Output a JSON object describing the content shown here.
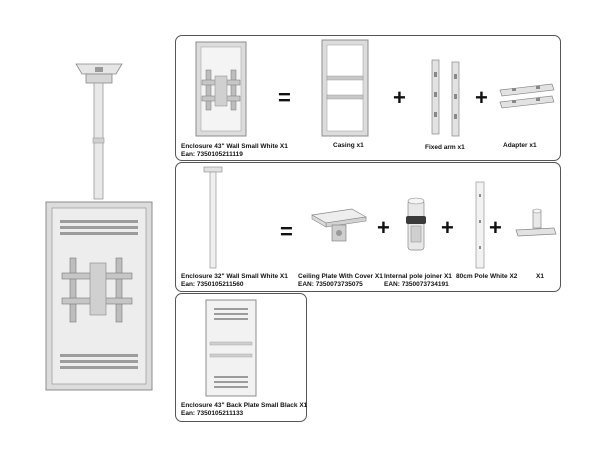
{
  "colors": {
    "frame": "#d9d9d9",
    "frame_dark": "#8c8c8c",
    "outline": "#555555",
    "text": "#111111"
  },
  "row1": {
    "left_title": "Enclosure 43\" Wall Small White X1",
    "left_ean": "Ean: 7350105211119",
    "eq": "=",
    "casing": "Casing x1",
    "plus1": "+",
    "fixed_arm": "Fixed arm x1",
    "plus2": "+",
    "adapter": "Adapter x1"
  },
  "row2": {
    "left_title": "Enclosure 32\" Wall Small White X1",
    "left_ean": "Ean: 7350105211560",
    "eq": "=",
    "ceiling_plate": "Ceiling Plate With Cover X1",
    "ceiling_plate_ean": "EAN: 7350073735075",
    "plus1": "+",
    "joiner": "Internal pole joiner X1",
    "joiner_ean": "EAN: 7350073734191",
    "plus2": "+",
    "pole": "80cm Pole White X2",
    "plus3": "+",
    "x1": "X1"
  },
  "row3": {
    "title": "Enclosure 43\" Back Plate Small Black X1",
    "ean": "Ean: 7350105211133"
  },
  "icons": [
    "ceiling-mount-enclosure-icon",
    "enclosure-with-bracket-icon",
    "casing-icon",
    "fixed-arm-icon",
    "adapter-icon",
    "pole-icon",
    "ceiling-plate-icon",
    "pole-joiner-icon",
    "pole-80cm-icon",
    "cross-connector-icon",
    "back-plate-icon"
  ]
}
